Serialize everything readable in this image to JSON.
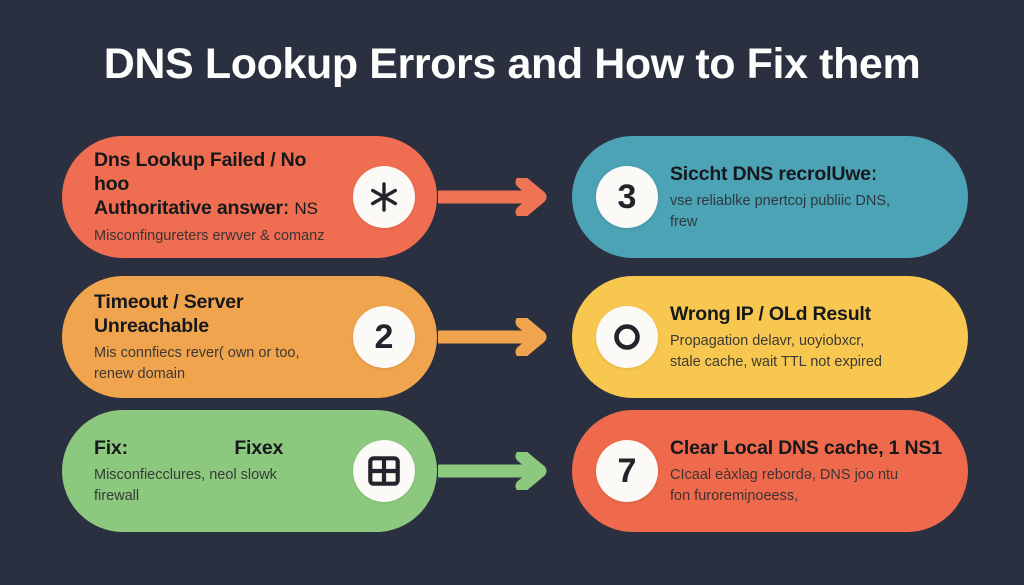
{
  "page": {
    "title": "DNS Lookup Errors and How to Fix them",
    "background_color": "#2a3040",
    "title_color": "#fdfdfb"
  },
  "rows": [
    {
      "arrow_color": "#ef7454",
      "left": {
        "color": "#ef6d51",
        "badge_icon": "asterisk-icon",
        "badge_label": "*",
        "heading": "Dns Lookup Failed / No hoo",
        "heading_line2": "Authoritative answerː",
        "heading_tail": "NS",
        "subtitle": "Misconfingureters erwver & comanz"
      },
      "right": {
        "color": "#4ca3b5",
        "badge_icon": "number-badge",
        "badge_label": "3",
        "heading": "Siccht DNS recrolUweː",
        "subtitle_line1": "vse reliablke pnertcoj publiic DNS,",
        "subtitle_line2": "frew"
      }
    },
    {
      "arrow_color": "#f0a44e",
      "left": {
        "color": "#f0a44e",
        "badge_icon": "number-badge",
        "badge_label": "2",
        "heading": "Timeout / Server Unreachable",
        "subtitle_line1": "Mis connfiecs rever( own or too,",
        "subtitle_line2": "renew domain"
      },
      "right": {
        "color": "#f7c74f",
        "badge_icon": "ring-icon",
        "badge_label": "O",
        "heading": "Wrong IP / OLd Result",
        "subtitle_line1": "Propagation delavr, uoyiobxcr,",
        "subtitle_line2": "stale cache,  wait TTL not expired"
      }
    },
    {
      "arrow_color": "#8cc97f",
      "left": {
        "color": "#8cc97f",
        "badge_icon": "grid-icon",
        "badge_label": "",
        "heading": "Fix:",
        "heading_tail": "Fixex",
        "subtitle_line1": "Misconfiecclures, neol slowk",
        "subtitle_line2": "firewall"
      },
      "right": {
        "color": "#ef6a4c",
        "badge_icon": "number-badge",
        "badge_label": "7",
        "heading": "Clear Local DNS cache, 1 NS1",
        "subtitle_line1": "CIcaal eàxlag rebordə, DNS joo ntu",
        "subtitle_line2": "fon furoremiɲoeess,"
      }
    }
  ]
}
